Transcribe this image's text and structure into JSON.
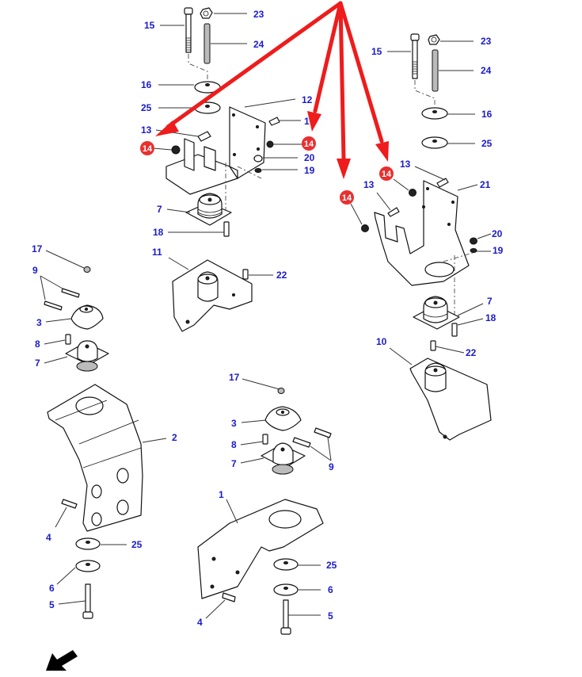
{
  "diagram": {
    "title": "Engine mounting brackets exploded parts diagram",
    "label_color": "#1a1acc",
    "highlight_color": "#ee1c1c",
    "highlighted_part": "14",
    "callouts": [
      {
        "id": "c-15a",
        "text": "15"
      },
      {
        "id": "c-23a",
        "text": "23"
      },
      {
        "id": "c-24a",
        "text": "24"
      },
      {
        "id": "c-16a",
        "text": "16"
      },
      {
        "id": "c-25a",
        "text": "25"
      },
      {
        "id": "c-12",
        "text": "12"
      },
      {
        "id": "c-13a",
        "text": "13"
      },
      {
        "id": "c-1a",
        "text": "1"
      },
      {
        "id": "c-20a",
        "text": "20"
      },
      {
        "id": "c-19a",
        "text": "19"
      },
      {
        "id": "c-7a",
        "text": "7"
      },
      {
        "id": "c-18a",
        "text": "18"
      },
      {
        "id": "c-11",
        "text": "11"
      },
      {
        "id": "c-22a",
        "text": "22"
      },
      {
        "id": "c-15b",
        "text": "15"
      },
      {
        "id": "c-23b",
        "text": "23"
      },
      {
        "id": "c-24b",
        "text": "24"
      },
      {
        "id": "c-16b",
        "text": "16"
      },
      {
        "id": "c-25b",
        "text": "25"
      },
      {
        "id": "c-13b",
        "text": "13"
      },
      {
        "id": "c-13c",
        "text": "13"
      },
      {
        "id": "c-21",
        "text": "21"
      },
      {
        "id": "c-20b",
        "text": "20"
      },
      {
        "id": "c-19b",
        "text": "19"
      },
      {
        "id": "c-7b",
        "text": "7"
      },
      {
        "id": "c-18b",
        "text": "18"
      },
      {
        "id": "c-10",
        "text": "10"
      },
      {
        "id": "c-22b",
        "text": "22"
      },
      {
        "id": "c-17a",
        "text": "17"
      },
      {
        "id": "c-9a",
        "text": "9"
      },
      {
        "id": "c-3a",
        "text": "3"
      },
      {
        "id": "c-8a",
        "text": "8"
      },
      {
        "id": "c-7c",
        "text": "7"
      },
      {
        "id": "c-2",
        "text": "2"
      },
      {
        "id": "c-4a",
        "text": "4"
      },
      {
        "id": "c-25c",
        "text": "25"
      },
      {
        "id": "c-6a",
        "text": "6"
      },
      {
        "id": "c-5a",
        "text": "5"
      },
      {
        "id": "c-17b",
        "text": "17"
      },
      {
        "id": "c-3b",
        "text": "3"
      },
      {
        "id": "c-8b",
        "text": "8"
      },
      {
        "id": "c-7d",
        "text": "7"
      },
      {
        "id": "c-9b",
        "text": "9"
      },
      {
        "id": "c-1b",
        "text": "1"
      },
      {
        "id": "c-25d",
        "text": "25"
      },
      {
        "id": "c-6b",
        "text": "6"
      },
      {
        "id": "c-4b",
        "text": "4"
      },
      {
        "id": "c-5b",
        "text": "5"
      }
    ],
    "badges": [
      {
        "id": "b1",
        "text": "14"
      },
      {
        "id": "b2",
        "text": "14"
      },
      {
        "id": "b3",
        "text": "14"
      },
      {
        "id": "b4",
        "text": "14"
      }
    ],
    "direction_arrow": "front-direction-arrow"
  }
}
